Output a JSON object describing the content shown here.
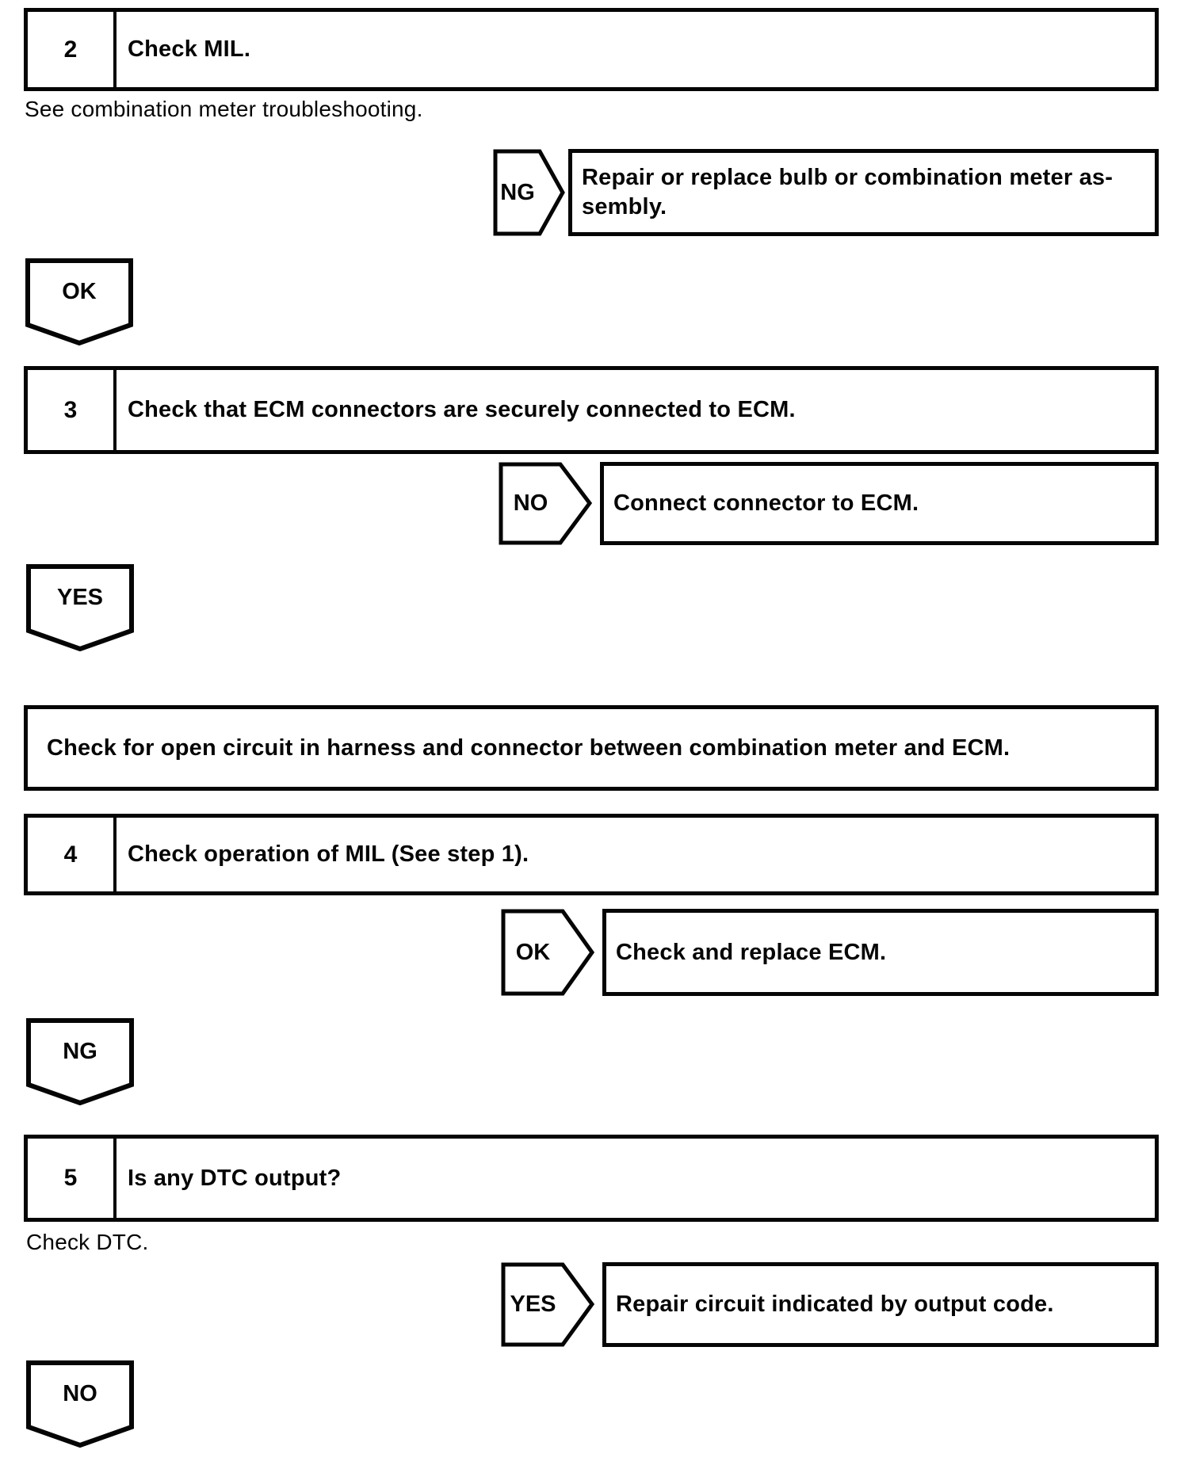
{
  "page": {
    "background_color": "#ffffff",
    "ink_color": "#050505",
    "description": "Engine control diagnostic flowchart (MIL / DTC troubleshooting)"
  },
  "steps": [
    {
      "number": "2",
      "title": "Check MIL.",
      "note": "See combination meter troubleshooting.",
      "branch_label": "NG",
      "result_lines": [
        "Repair or replace bulb or combination meter as-",
        "sembly."
      ],
      "continue_label": "OK"
    },
    {
      "number": "3",
      "title": "Check that ECM connectors are securely connected to ECM.",
      "branch_label": "NO",
      "result_lines": [
        "Connect connector to ECM."
      ],
      "continue_label": "YES"
    },
    {
      "number": "4",
      "title": "Check operation of MIL (See step 1).",
      "branch_label": "OK",
      "result_lines": [
        "Check and replace ECM."
      ],
      "continue_label": "NG"
    },
    {
      "number": "5",
      "title": "Is any DTC output?",
      "note": "Check DTC.",
      "branch_label": "YES",
      "result_lines": [
        "Repair circuit indicated by output code."
      ],
      "continue_label": "NO"
    }
  ],
  "action_box": {
    "text": "Check for open circuit in harness and connector between combination meter and ECM."
  }
}
